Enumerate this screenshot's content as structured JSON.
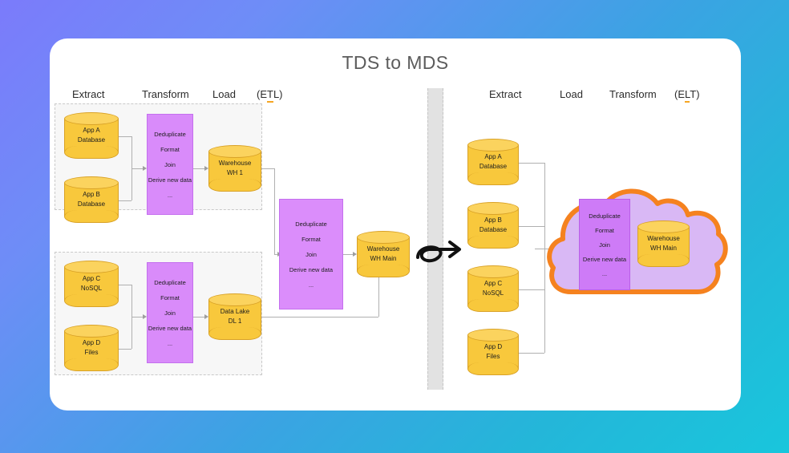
{
  "title": "TDS to MDS",
  "colors": {
    "bg_gradient_start": "#7B7BFB",
    "bg_gradient_end": "#19C6DC",
    "card": "#FFFFFF",
    "cylinder": "#F8C83C",
    "cylinder_stroke": "#D9A227",
    "transform_box": "#D98BFA",
    "cloud_stroke": "#F5821F",
    "cloud_fill": "#D9B8F5",
    "underline_accent": "#F5A623",
    "divider": "#E2E2E2"
  },
  "left_panel": {
    "headers": [
      "Extract",
      "Transform",
      "Load"
    ],
    "paren_label": {
      "prefix": "(E",
      "underlined": "T",
      "suffix": "L)"
    },
    "groups": [
      {
        "sources": [
          {
            "line1": "App A",
            "line2": "Database"
          },
          {
            "line1": "App B",
            "line2": "Database"
          }
        ],
        "transform_steps": [
          "Deduplicate",
          "Format",
          "Join",
          "Derive new data",
          "..."
        ],
        "target": {
          "line1": "Warehouse",
          "line2": "WH 1"
        }
      },
      {
        "sources": [
          {
            "line1": "App C",
            "line2": "NoSQL"
          },
          {
            "line1": "App D",
            "line2": "Files"
          }
        ],
        "transform_steps": [
          "Deduplicate",
          "Format",
          "Join",
          "Derive new data",
          "..."
        ],
        "target": {
          "line1": "Data Lake",
          "line2": "DL 1"
        }
      }
    ],
    "middle_transform_steps": [
      "Deduplicate",
      "Format",
      "Join",
      "Derive new data",
      "..."
    ],
    "middle_target": {
      "line1": "Warehouse",
      "line2": "WH Main"
    }
  },
  "right_panel": {
    "headers": [
      "Extract",
      "Load",
      "Transform"
    ],
    "paren_label": {
      "prefix": "(E",
      "underlined": "L",
      "suffix": "T)"
    },
    "sources": [
      {
        "line1": "App A",
        "line2": "Database"
      },
      {
        "line1": "App B",
        "line2": "Database"
      },
      {
        "line1": "App C",
        "line2": "NoSQL"
      },
      {
        "line1": "App D",
        "line2": "Files"
      }
    ],
    "cloud": {
      "transform_steps": [
        "Deduplicate",
        "Format",
        "Join",
        "Derive new data",
        "..."
      ],
      "target": {
        "line1": "Warehouse",
        "line2": "WH Main"
      }
    }
  }
}
